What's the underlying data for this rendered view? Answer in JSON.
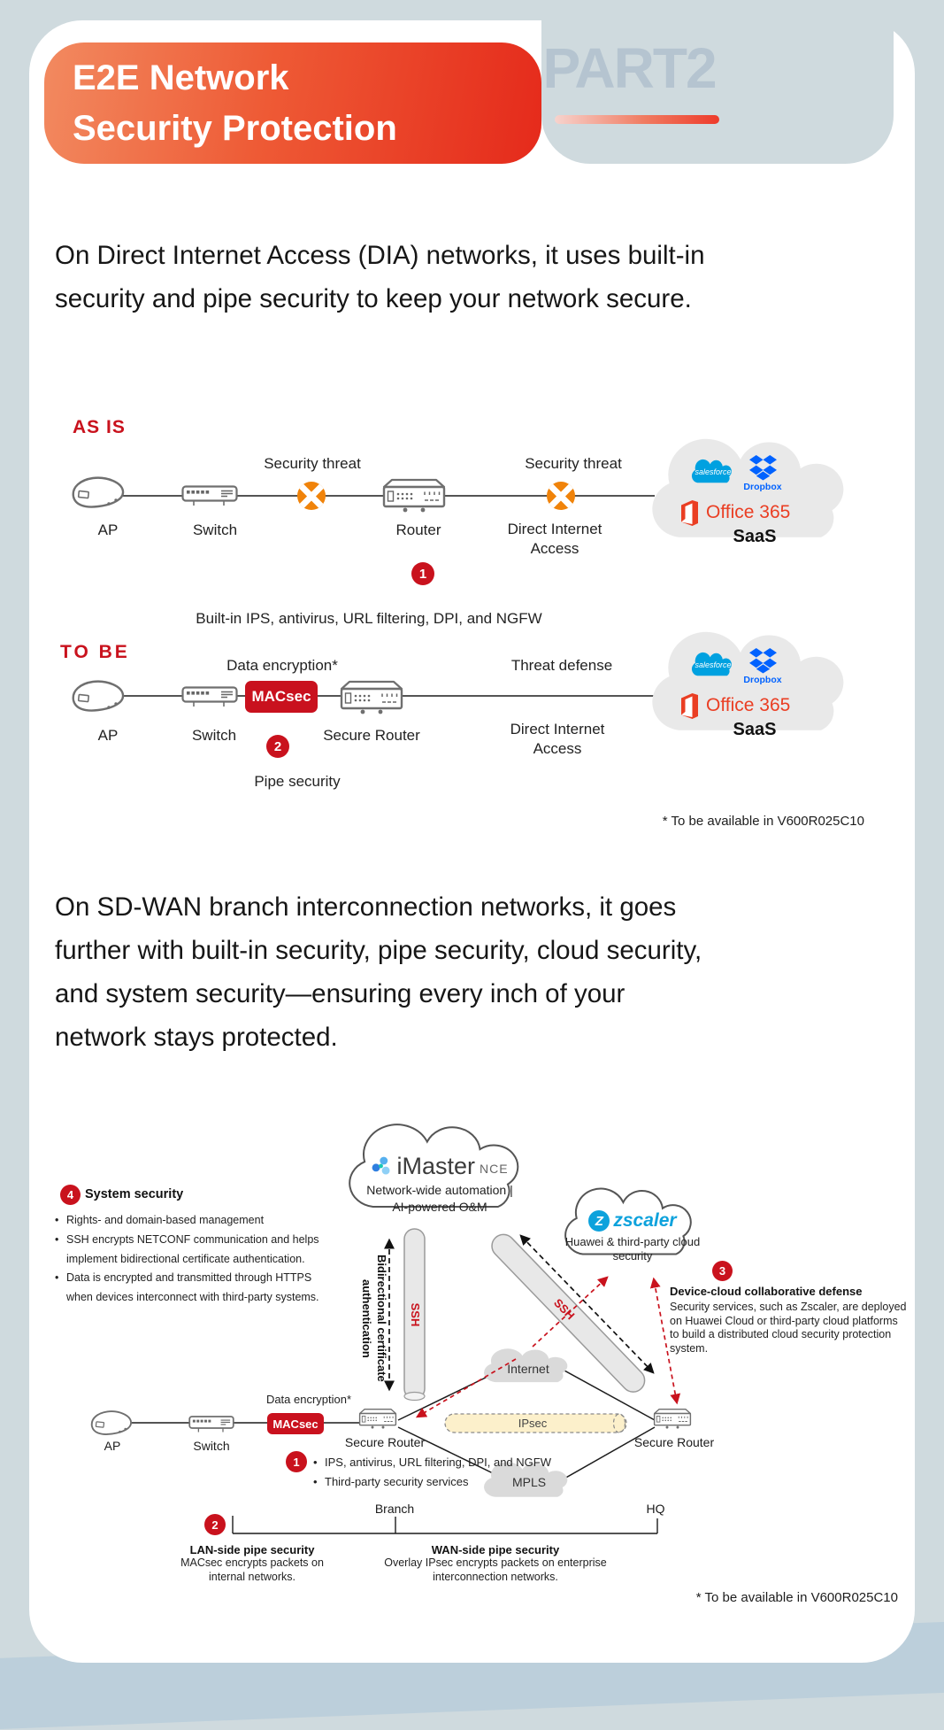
{
  "page": {
    "part_label": "PART2",
    "title_line1": "E2E Network",
    "title_line2": "Security Protection",
    "intro_dia": "On Direct Internet Access (DIA) networks, it uses built-in security and pipe security to keep your network secure.",
    "intro_sdwan": "On SD-WAN branch interconnection networks, it goes further with built-in security, pipe security, cloud security, and system security—ensuring every inch of your network stays protected."
  },
  "saas_cloud": {
    "salesforce_label": "salesforce",
    "dropbox_label": "Dropbox",
    "office_label": "Office 365",
    "saas_label": "SaaS"
  },
  "dia_diagram": {
    "as_is_label": "AS IS",
    "to_be_label": "TO BE",
    "security_threat_1": "Security threat",
    "security_threat_2": "Security threat",
    "ap_label": "AP",
    "switch_label": "Switch",
    "router_label": "Router",
    "dia_access_label": "Direct Internet Access",
    "badge_1": "1",
    "builtin_caption": "Built-in IPS, antivirus, URL filtering, DPI, and NGFW",
    "data_encryption_label": "Data encryption*",
    "threat_defense_label": "Threat defense",
    "macsec_label": "MACsec",
    "ap_label_2": "AP",
    "switch_label_2": "Switch",
    "secure_router_label": "Secure Router",
    "dia_access_label_2": "Direct Internet Access",
    "badge_2": "2",
    "pipe_security_label": "Pipe security",
    "footnote": "* To be available in V600R025C10"
  },
  "sdwan_diagram": {
    "imaster_brand": "iMaster",
    "imaster_suffix": "NCE",
    "imaster_sub1": "Network-wide automation |",
    "imaster_sub2": "AI-powered O&M",
    "zscaler_brand": "zscaler",
    "zscaler_z": "Z",
    "zscaler_sub": "Huawei & third-party cloud security",
    "badge_3": "3",
    "defense_title": "Device-cloud collaborative defense",
    "defense_desc": "Security services, such as Zscaler, are deployed on Huawei Cloud or third-party cloud platforms to build a distributed cloud security protection system.",
    "badge_4": "4",
    "system_title": "System security",
    "system_bullets": [
      "Rights- and domain-based management",
      "SSH encrypts NETCONF communication and helps implement bidirectional certificate authentication.",
      "Data is encrypted and transmitted through HTTPS when devices interconnect with third-party systems."
    ],
    "ssh_vertical": "SSH",
    "ssh_diagonal": "SSH",
    "bidirectional_label": "Bidirectional certificate authentication",
    "internet_label": "Internet",
    "mpls_label": "MPLS",
    "ipsec_label": "IPsec",
    "data_encryption_label": "Data encryption*",
    "macsec_label": "MACsec",
    "ap_label": "AP",
    "switch_label": "Switch",
    "secure_router_left": "Secure Router",
    "secure_router_right": "Secure Router",
    "badge_1": "1",
    "router_bullet_1": "IPS, antivirus, URL filtering, DPI, and NGFW",
    "router_bullet_2": "Third-party security services",
    "branch_label": "Branch",
    "hq_label": "HQ",
    "badge_2": "2",
    "lan_title": "LAN-side pipe security",
    "lan_desc": "MACsec encrypts packets on internal networks.",
    "wan_title": "WAN-side pipe security",
    "wan_desc": "Overlay IPsec encrypts packets on enterprise interconnection networks.",
    "footnote": "* To be available in V600R025C10"
  }
}
